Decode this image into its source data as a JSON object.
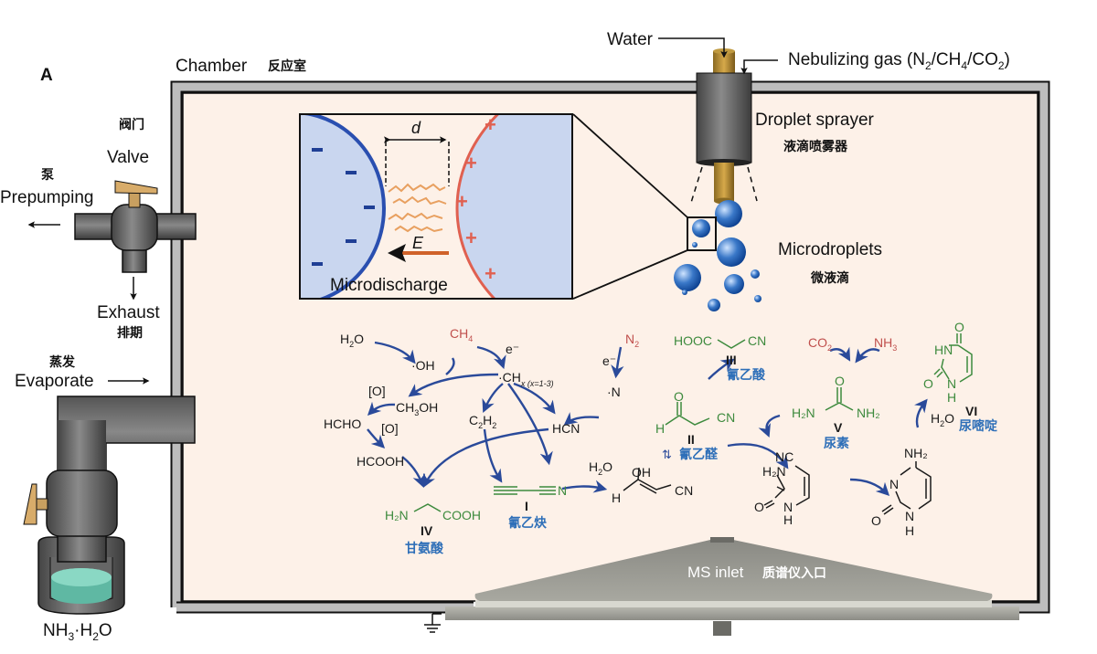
{
  "panel_label": "A",
  "chamber": {
    "label": "Chamber",
    "label_cn": "反应室",
    "fill": "#fdf1e8",
    "wall": "#bdbdbd"
  },
  "valve": {
    "label": "Valve",
    "label_cn": "阀门"
  },
  "prepumping": {
    "label": "Prepumping",
    "label_cn": "泵"
  },
  "exhaust": {
    "label": "Exhaust",
    "label_cn": "排期"
  },
  "evaporate": {
    "label": "Evaporate",
    "label_cn": "蒸发"
  },
  "reservoir": {
    "label_parts": [
      "NH",
      "3",
      "·H",
      "2",
      "O"
    ]
  },
  "inputs": {
    "water": "Water",
    "gas_prefix": "Nebulizing gas (N",
    "gas_sub1": "2",
    "gas_mid1": "/CH",
    "gas_sub2": "4",
    "gas_mid2": "/CO",
    "gas_sub3": "2",
    "gas_suffix": ")"
  },
  "sprayer": {
    "label": "Droplet sprayer",
    "label_cn": "液滴喷雾器"
  },
  "microdroplets": {
    "label": "Microdroplets",
    "label_cn": "微液滴"
  },
  "inset": {
    "distance_label": "d",
    "field_label": "E",
    "caption": "Microdischarge",
    "neg": "−",
    "pos": "+"
  },
  "ms_inlet": {
    "label": "MS inlet",
    "label_cn": "质谱仪入口"
  },
  "colors": {
    "arrow": "#2a4a9a",
    "reactant": "#c0504d",
    "product": "#3d8a3d",
    "cn_label": "#2e6fb8",
    "text": "#1a1a1a"
  },
  "scheme": {
    "h2o": [
      "H",
      "2",
      "O"
    ],
    "oh": "·OH",
    "ch4": [
      "CH",
      "4"
    ],
    "eminus": "e⁻",
    "chx": "·CH",
    "chx_sub": "x (x=1-3)",
    "o1": "[O]",
    "o2": "[O]",
    "ch3oh": [
      "CH",
      "3",
      "OH"
    ],
    "hcho": "HCHO",
    "hcooh": "HCOOH",
    "c2h2": [
      "C",
      "2",
      "H",
      "2"
    ],
    "hcn": "HCN",
    "n2": [
      "N",
      "2"
    ],
    "eminus2": "e⁻",
    "n_rad": "·N",
    "h2o_2": [
      "H",
      "2",
      "O"
    ],
    "h2o_3": [
      "H",
      "2",
      "O"
    ],
    "co2": [
      "CO",
      "2"
    ],
    "nh3": [
      "NH",
      "3"
    ],
    "compounds": [
      {
        "id": "I",
        "name_cn": "氰乙炔"
      },
      {
        "id": "II",
        "name_cn": "氰乙醛"
      },
      {
        "id": "III",
        "name_cn": "氰乙酸"
      },
      {
        "id": "IV",
        "name_cn": "甘氨酸"
      },
      {
        "id": "V",
        "name_cn": "尿素"
      },
      {
        "id": "VI",
        "name_cn": "尿嘧啶"
      }
    ],
    "atoms": {
      "O": "O",
      "N": "N",
      "H": "H",
      "CN": "CN",
      "NC": "NC",
      "OH": "OH",
      "HN": "HN",
      "NH2": "NH₂",
      "H2N": "H₂N",
      "COOH": "COOH",
      "HOOC": "HOOC"
    }
  }
}
